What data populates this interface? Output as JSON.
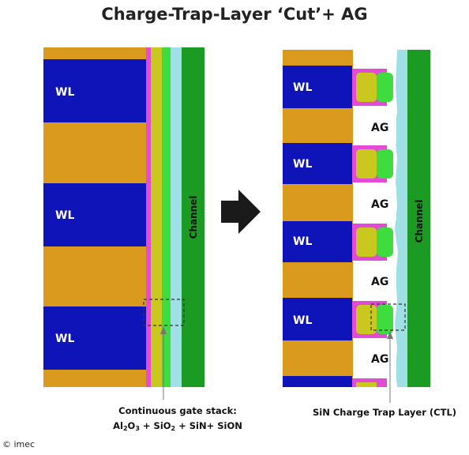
{
  "title": "Charge-Trap-Layer ‘Cut’+ AG",
  "left_panel": {
    "wl_label": "WL",
    "channel_label": "Channel"
  },
  "right_panel": {
    "wl_label": "WL",
    "ag_label": "AG",
    "channel_label": "Channel"
  },
  "left_caption": {
    "line1": "Continuous gate stack:",
    "al": "Al",
    "al_sub1": "2",
    "al_o": "O",
    "al_sub2": "3",
    "plus_sio": " +  SiO",
    "sio_sub": "2",
    "rest": " + SiN+ SiON"
  },
  "right_caption": "SiN Charge Trap Layer (CTL)",
  "copyright": "© imec",
  "colors": {
    "oxide": "#d99a1e",
    "wordline": "#0f14b8",
    "blocking": "#e34bd6",
    "trap": "#c8c81e",
    "tunnel": "#3fdc3f",
    "liner": "#9fe0e6",
    "channel": "#1b9a24",
    "arrow": "#1a1a1a"
  },
  "icons": {
    "process_arrow": "right-arrow-icon"
  }
}
